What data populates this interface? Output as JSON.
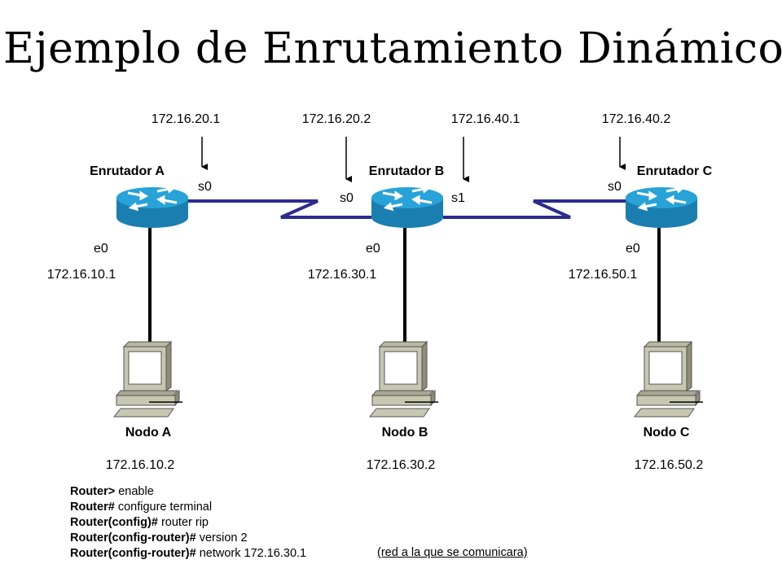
{
  "title": "Ejemplo de Enrutamiento Dinámico",
  "routers": [
    {
      "name": "Enrutador A",
      "serial": "s0",
      "ethernet": "e0",
      "serial_ip": "172.16.20.1",
      "ethernet_ip": "172.16.10.1"
    },
    {
      "name": "Enrutador B",
      "serial": "s0",
      "serial2": "s1",
      "ethernet": "e0",
      "serial_ip": "172.16.20.2",
      "serial2_ip": "172.16.40.1",
      "ethernet_ip": "172.16.30.1"
    },
    {
      "name": "Enrutador C",
      "serial": "s0",
      "ethernet": "e0",
      "serial_ip": "172.16.40.2",
      "ethernet_ip": "172.16.50.1"
    }
  ],
  "nodes": [
    {
      "name": "Nodo A",
      "ip": "172.16.10.2"
    },
    {
      "name": "Nodo B",
      "ip": "172.16.30.2"
    },
    {
      "name": "Nodo C",
      "ip": "172.16.50.2"
    }
  ],
  "commands": [
    {
      "prompt": "Router>",
      "cmd": " enable"
    },
    {
      "prompt": "Router#",
      "cmd": " configure terminal"
    },
    {
      "prompt": "Router(config)#",
      "cmd": " router rip"
    },
    {
      "prompt": "Router(config-router)#",
      "cmd": " version 2"
    },
    {
      "prompt": "Router(config-router)#",
      "cmd": " network 172.16.30.1"
    }
  ],
  "note": "(red a la que se comunicara)",
  "colors": {
    "serial_link": "#2b2b8f",
    "router": "#1e96c8"
  }
}
